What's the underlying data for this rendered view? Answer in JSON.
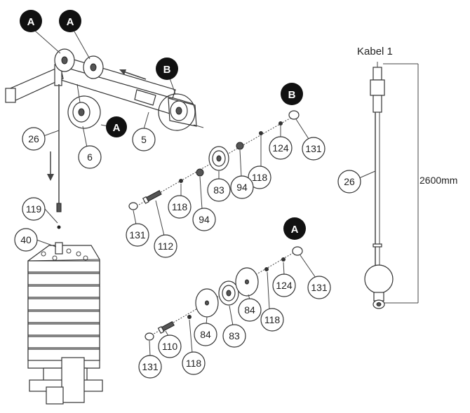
{
  "cable": {
    "title": "Kabel 1",
    "part": "26",
    "length": "2600mm"
  },
  "badges": {
    "A": "A",
    "B": "B"
  },
  "callouts": {
    "c26": "26",
    "c6": "6",
    "c5": "5",
    "c119": "119",
    "c40": "40",
    "b124": "124",
    "b131a": "131",
    "b118a": "118",
    "b94a": "94",
    "b83": "83",
    "b118b": "118",
    "b94b": "94",
    "b131b": "131",
    "b112": "112",
    "a124": "124",
    "a131a": "131",
    "a118a": "118",
    "a84a": "84",
    "a83": "83",
    "a84b": "84",
    "a118b": "118",
    "a110": "110",
    "a131b": "131"
  }
}
